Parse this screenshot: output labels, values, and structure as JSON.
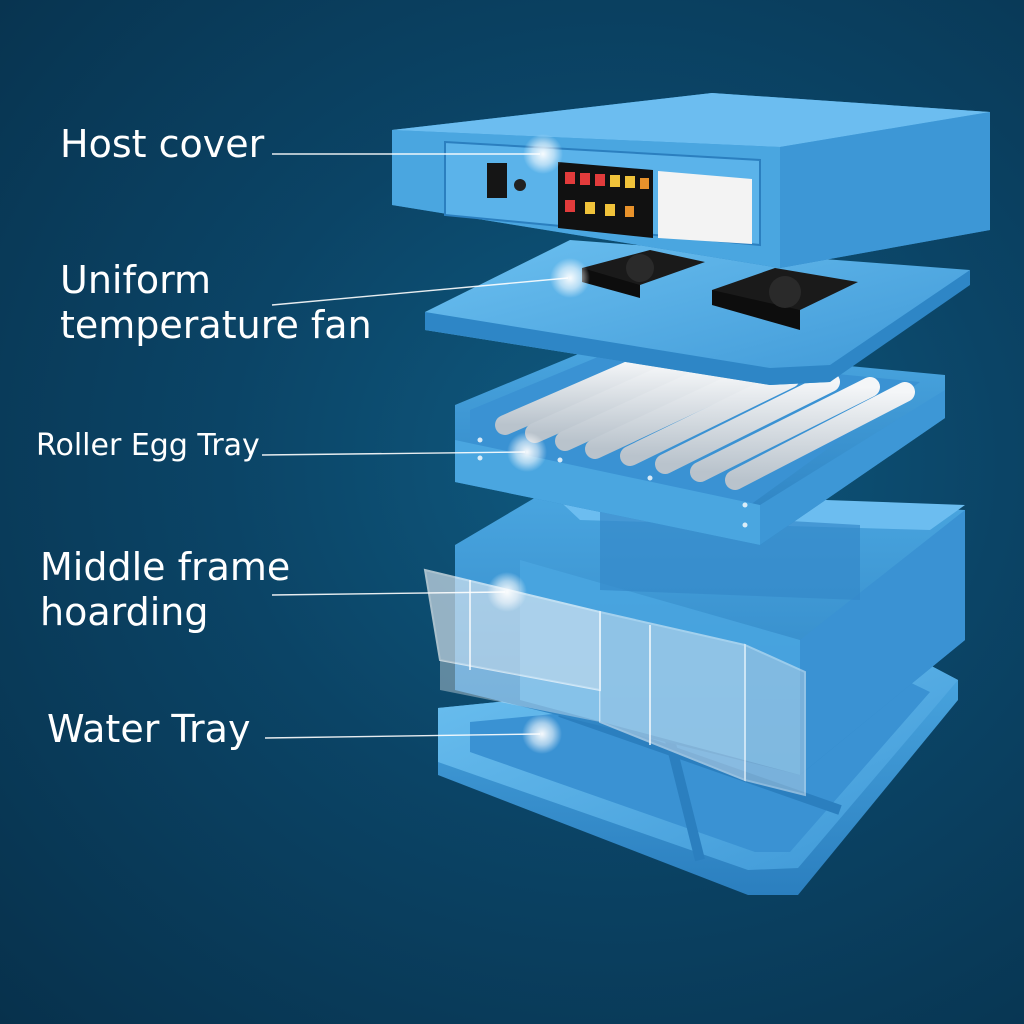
{
  "labels": {
    "host_cover": "Host cover",
    "fan_line1": "Uniform",
    "fan_line2": "temperature fan",
    "roller_egg_tray": "Roller Egg Tray",
    "middle_line1": "Middle frame",
    "middle_line2": "hoarding",
    "water_tray": "Water Tray"
  },
  "colors": {
    "background": "#0b4466",
    "plastic_blue": "#4aa6e0",
    "plastic_dark": "#2b7fbf",
    "panel_black": "#111111"
  }
}
